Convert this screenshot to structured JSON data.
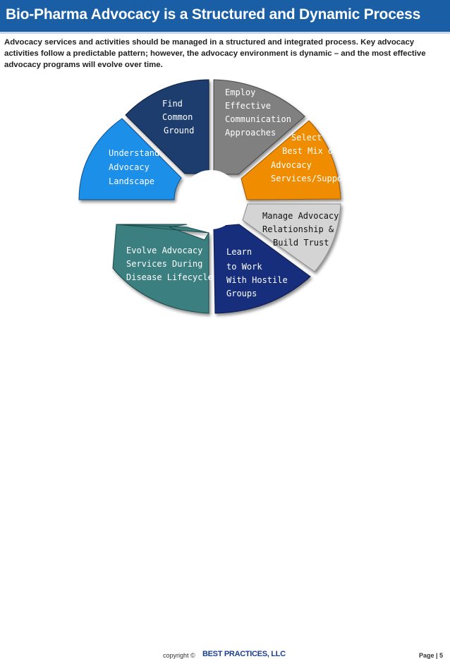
{
  "header": {
    "title": "Bio-Pharma Advocacy is a Structured and Dynamic Process"
  },
  "intro": {
    "text": "Advocacy services and activities should be managed in a structured and integrated process. Key advocacy activities follow a predictable pattern; however, the advocacy environment is dynamic – and the most effective advocacy programs will evolve over time."
  },
  "cycle": {
    "segments": [
      {
        "id": "find-common-ground",
        "lines": [
          "Find",
          "Common",
          "Ground"
        ],
        "color": "#1c3e6e"
      },
      {
        "id": "employ-effective-communication",
        "lines": [
          "Employ",
          "Effective",
          "Communication",
          "Approaches"
        ],
        "color": "#7f7f7f"
      },
      {
        "id": "select-best-mix",
        "lines": [
          "Select",
          "Best Mix of",
          "Advocacy",
          "Services/Support"
        ],
        "color": "#f08c00"
      },
      {
        "id": "manage-advocacy-relationship",
        "lines": [
          "Manage Advocacy",
          "Relationship &",
          "Build Trust"
        ],
        "color": "#d4d4d4"
      },
      {
        "id": "learn-work-hostile-groups",
        "lines": [
          "Learn",
          "to Work",
          "With Hostile",
          "Groups"
        ],
        "color": "#142f7c"
      },
      {
        "id": "evolve-advocacy-services",
        "lines": [
          "Evolve Advocacy",
          "Services During",
          "Disease Lifecycle"
        ],
        "color": "#3a7f80"
      },
      {
        "id": "understand-advocacy-landscape",
        "lines": [
          "Understand",
          "Advocacy",
          "Landscape"
        ],
        "color": "#1e8fe8"
      }
    ]
  },
  "footer": {
    "copyright": "copyright ©",
    "logo": "BEST PRACTICES, LLC",
    "page": "Page | 5"
  }
}
